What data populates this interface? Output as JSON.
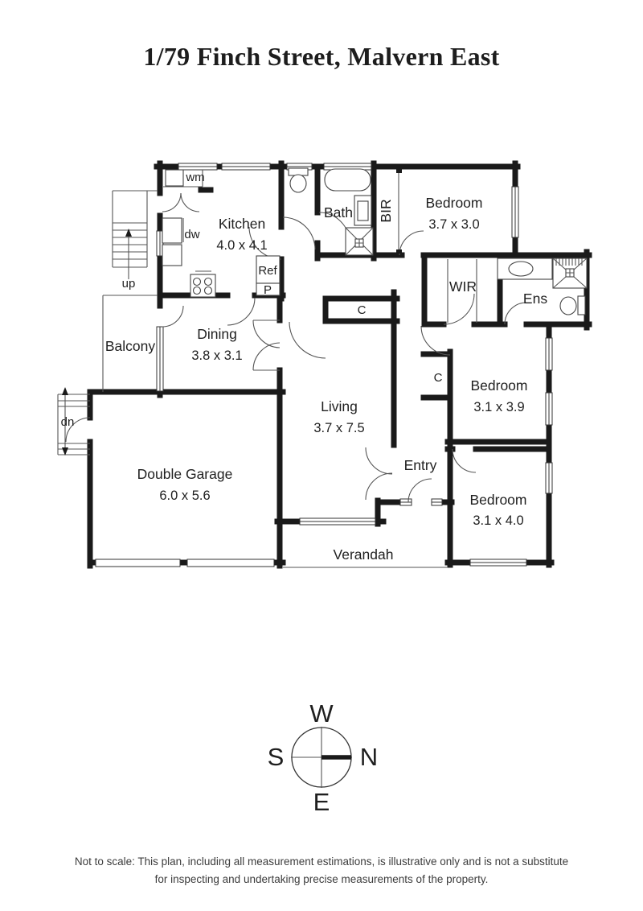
{
  "title": "1/79 Finch Street, Malvern East",
  "colors": {
    "wall": "#1a1a1a",
    "text": "#1f1f1f"
  },
  "rooms": {
    "kitchen": {
      "name": "Kitchen",
      "dims": "4.0 x 4.1"
    },
    "dining": {
      "name": "Dining",
      "dims": "3.8 x 3.1"
    },
    "living": {
      "name": "Living",
      "dims": "3.7 x 7.5"
    },
    "garage": {
      "name": "Double Garage",
      "dims": "6.0 x 5.6"
    },
    "bedroom1": {
      "name": "Bedroom",
      "dims": "3.7 x 3.0"
    },
    "bedroom2": {
      "name": "Bedroom",
      "dims": "3.1 x 3.9"
    },
    "bedroom3": {
      "name": "Bedroom",
      "dims": "3.1 x 4.0"
    },
    "bath": {
      "name": "Bath"
    },
    "ensuite": {
      "name": "Ens"
    },
    "wir": {
      "name": "WIR"
    },
    "bir": {
      "name": "BIR"
    },
    "balcony": {
      "name": "Balcony"
    },
    "entry": {
      "name": "Entry"
    },
    "verandah": {
      "name": "Verandah"
    }
  },
  "annotations": {
    "wm": "wm",
    "dw": "dw",
    "fridge": "Ref",
    "pantry": "P",
    "cupboard": "C",
    "up": "up",
    "down": "dn"
  },
  "compass": {
    "west": "W",
    "north": "N",
    "east": "E",
    "south": "S"
  },
  "disclaimer": {
    "line1": "Not to scale: This plan, including all measurement estimations, is illustrative only and is not a substitute",
    "line2": "for inspecting and undertaking precise measurements of the property."
  }
}
